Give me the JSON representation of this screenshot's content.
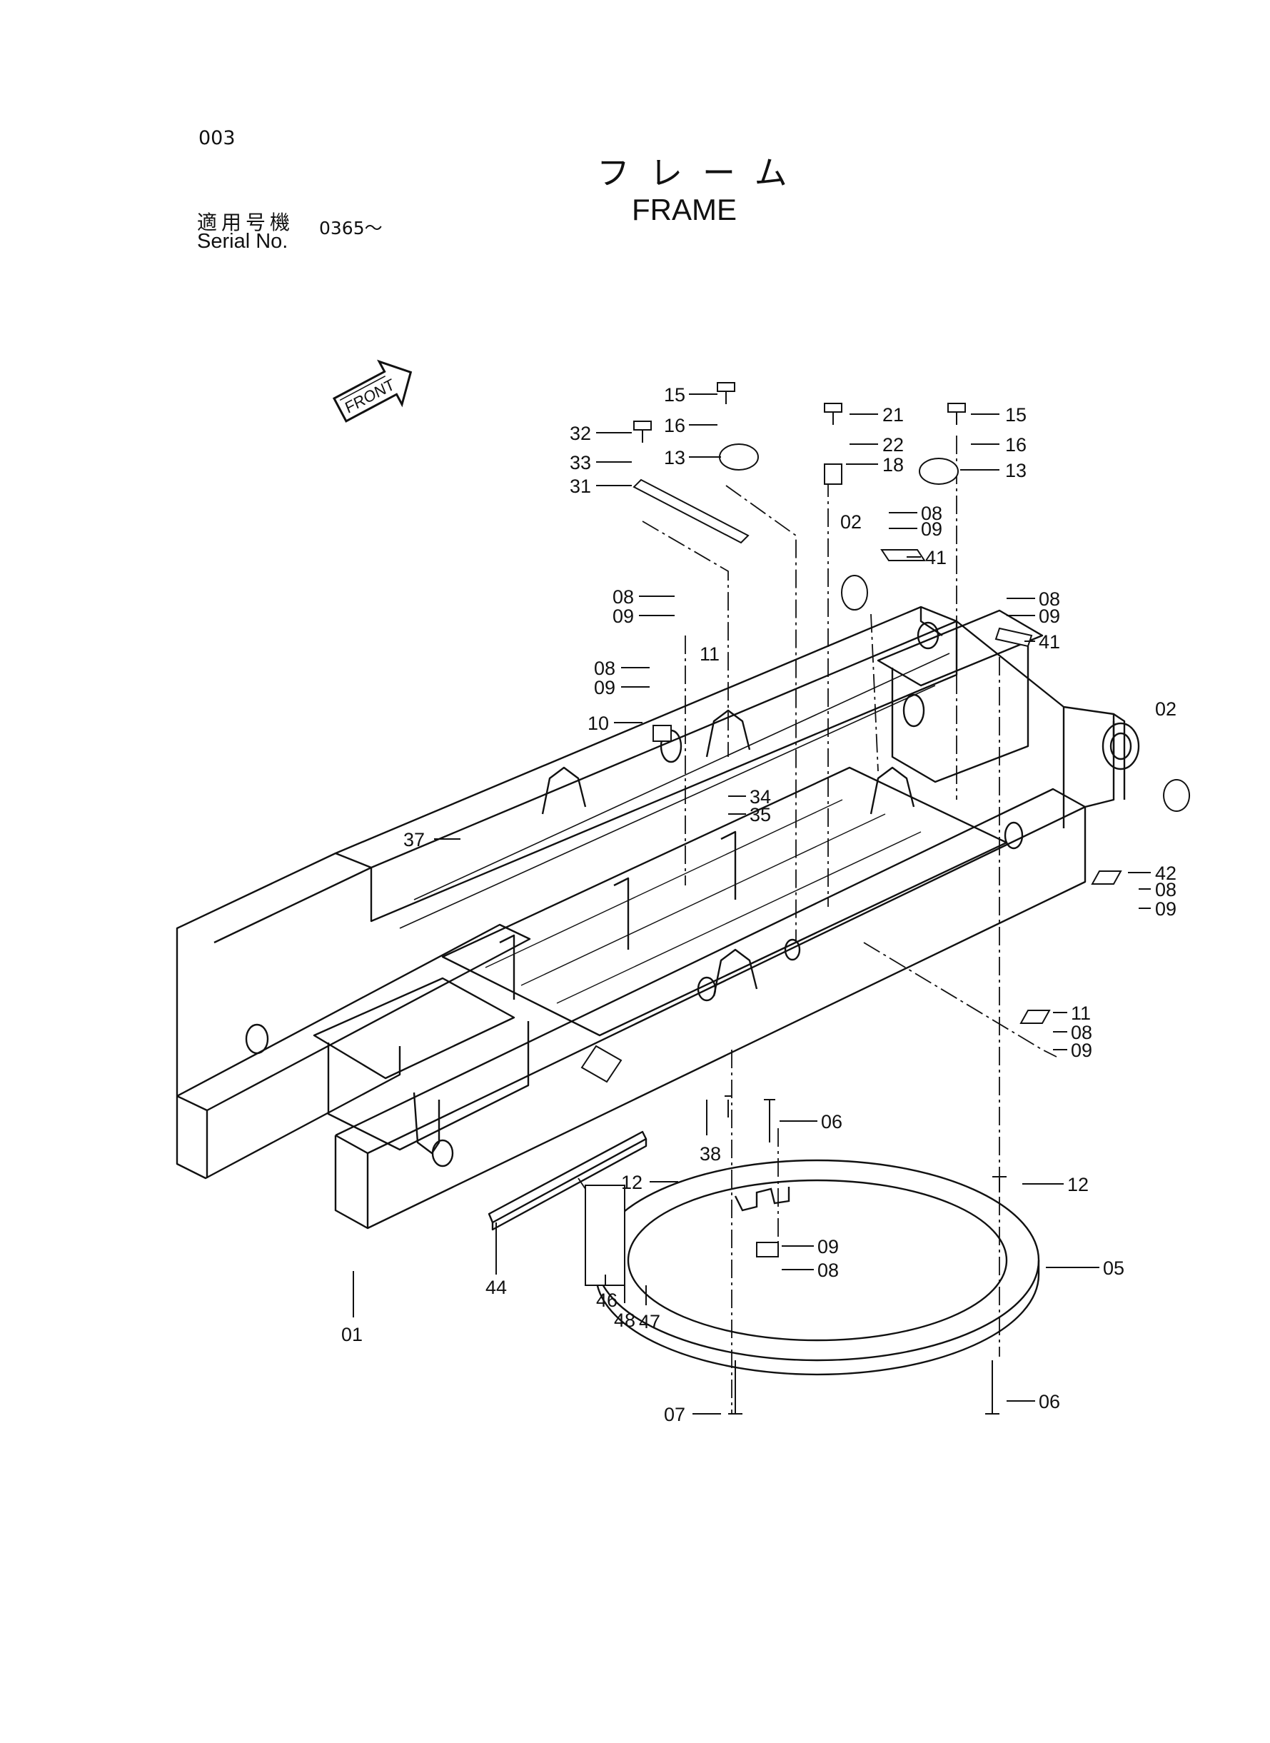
{
  "header": {
    "page_number": "003",
    "title_jp": "フレーム",
    "title_en": "FRAME",
    "serial_label_jp": "適用号機",
    "serial_label_en": "Serial No.",
    "serial_value": "0365～"
  },
  "front_label": "FRONT",
  "callouts": [
    "15",
    "16",
    "13",
    "32",
    "33",
    "31",
    "21",
    "22",
    "18",
    "15",
    "16",
    "13",
    "08",
    "09",
    "41",
    "02",
    "08",
    "09",
    "11",
    "08",
    "09",
    "41",
    "08",
    "09",
    "10",
    "02",
    "34",
    "35",
    "37",
    "42",
    "08",
    "09",
    "11",
    "08",
    "09",
    "06",
    "38",
    "12",
    "12",
    "09",
    "08",
    "05",
    "44",
    "46",
    "48",
    "47",
    "01",
    "07",
    "06"
  ]
}
